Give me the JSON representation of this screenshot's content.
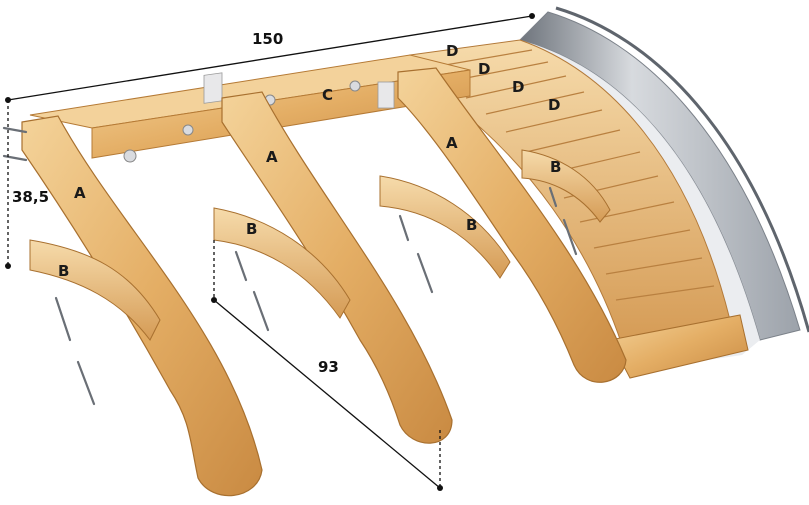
{
  "dimensions": {
    "width_label": "150",
    "height_label": "38,5",
    "depth_label": "93"
  },
  "parts": {
    "arm_label": "A",
    "brace_label": "B",
    "beam_label": "C",
    "slat_label": "D"
  },
  "colors": {
    "wood_light": "#f0c98a",
    "wood_mid": "#dba25a",
    "wood_dark": "#b57a35",
    "roof_panel": "#c8ccd2",
    "roof_edge": "#8a9098",
    "dim_line": "#111111"
  }
}
